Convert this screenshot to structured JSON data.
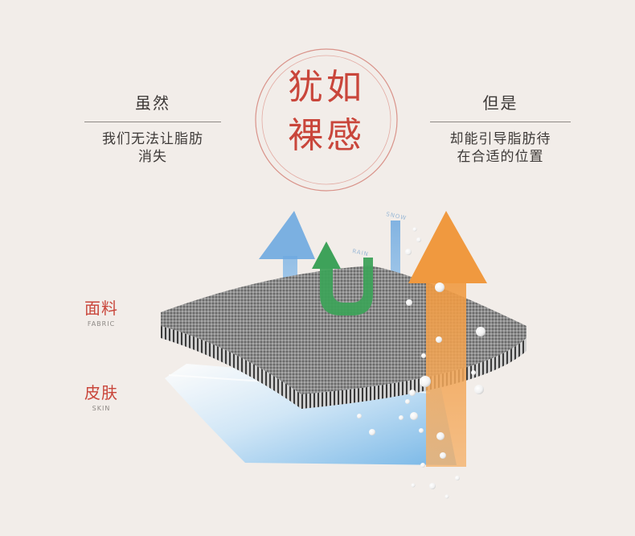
{
  "left_block": {
    "heading": "虽然",
    "lines": [
      "我们无法让脂肪",
      "消失"
    ]
  },
  "emblem": {
    "line1": "犹如",
    "line2": "裸感",
    "color": "#c9463b"
  },
  "right_block": {
    "heading": "但是",
    "lines": [
      "却能引导脂肪待",
      "在合适的位置"
    ]
  },
  "layers": {
    "fabric": {
      "cn": "面料",
      "en": "FABRIC"
    },
    "skin": {
      "cn": "皮肤",
      "en": "SKIN"
    }
  },
  "arrows": {
    "snow_label": "SNOW",
    "rain_label": "RAIN",
    "colors": {
      "blue": "#7fb6e6",
      "green": "#3ea25a",
      "orange": "#f0a24e"
    }
  },
  "colors": {
    "background": "#f2ede9",
    "accent": "#c9463b",
    "text": "#3e3a38"
  }
}
